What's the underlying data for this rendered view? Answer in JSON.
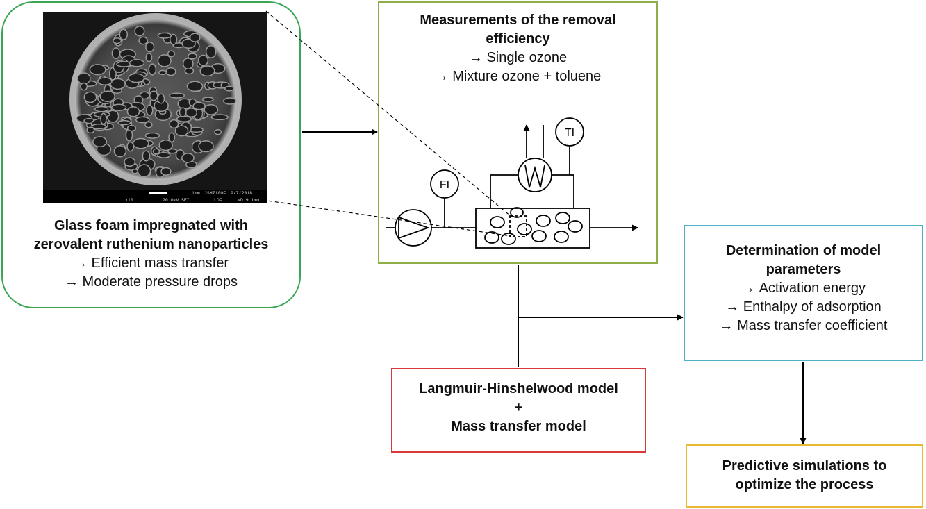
{
  "sem_panel": {
    "title_line1": "Glass foam impregnated with",
    "title_line2": "zerovalent ruthenium nanoparticles",
    "bullets": [
      "Efficient mass transfer",
      "Moderate pressure drops"
    ],
    "micrograph": {
      "scale_label": "1mm",
      "instrument": "JSM7100F",
      "date": "9/7/2018",
      "magnification": "x10",
      "voltage": "20.0kV",
      "mode": "SEI",
      "detector": "LDF",
      "working_distance": "WD 9.1mm"
    }
  },
  "measurements": {
    "title_line1": "Measurements of the removal",
    "title_line2": "efficiency",
    "bullets": [
      "Single ozone",
      "Mixture ozone + toluene"
    ],
    "schematic": {
      "flow_indicator": "FI",
      "temp_indicator": "TI"
    }
  },
  "parameters": {
    "title_line1": "Determination of model",
    "title_line2": "parameters",
    "bullets": [
      "Activation energy",
      "Enthalpy of adsorption",
      "Mass transfer coefficient"
    ]
  },
  "model": {
    "line1": "Langmuir-Hinshelwood model",
    "line2": "+",
    "line3": "Mass transfer model"
  },
  "prediction": {
    "line1": "Predictive simulations to",
    "line2": "optimize the process"
  },
  "colors": {
    "sem_border": "#3aa655",
    "measurements_border": "#8fae4a",
    "parameters_border": "#4fb0c6",
    "model_border": "#d83a3a",
    "prediction_border": "#e8b931"
  }
}
